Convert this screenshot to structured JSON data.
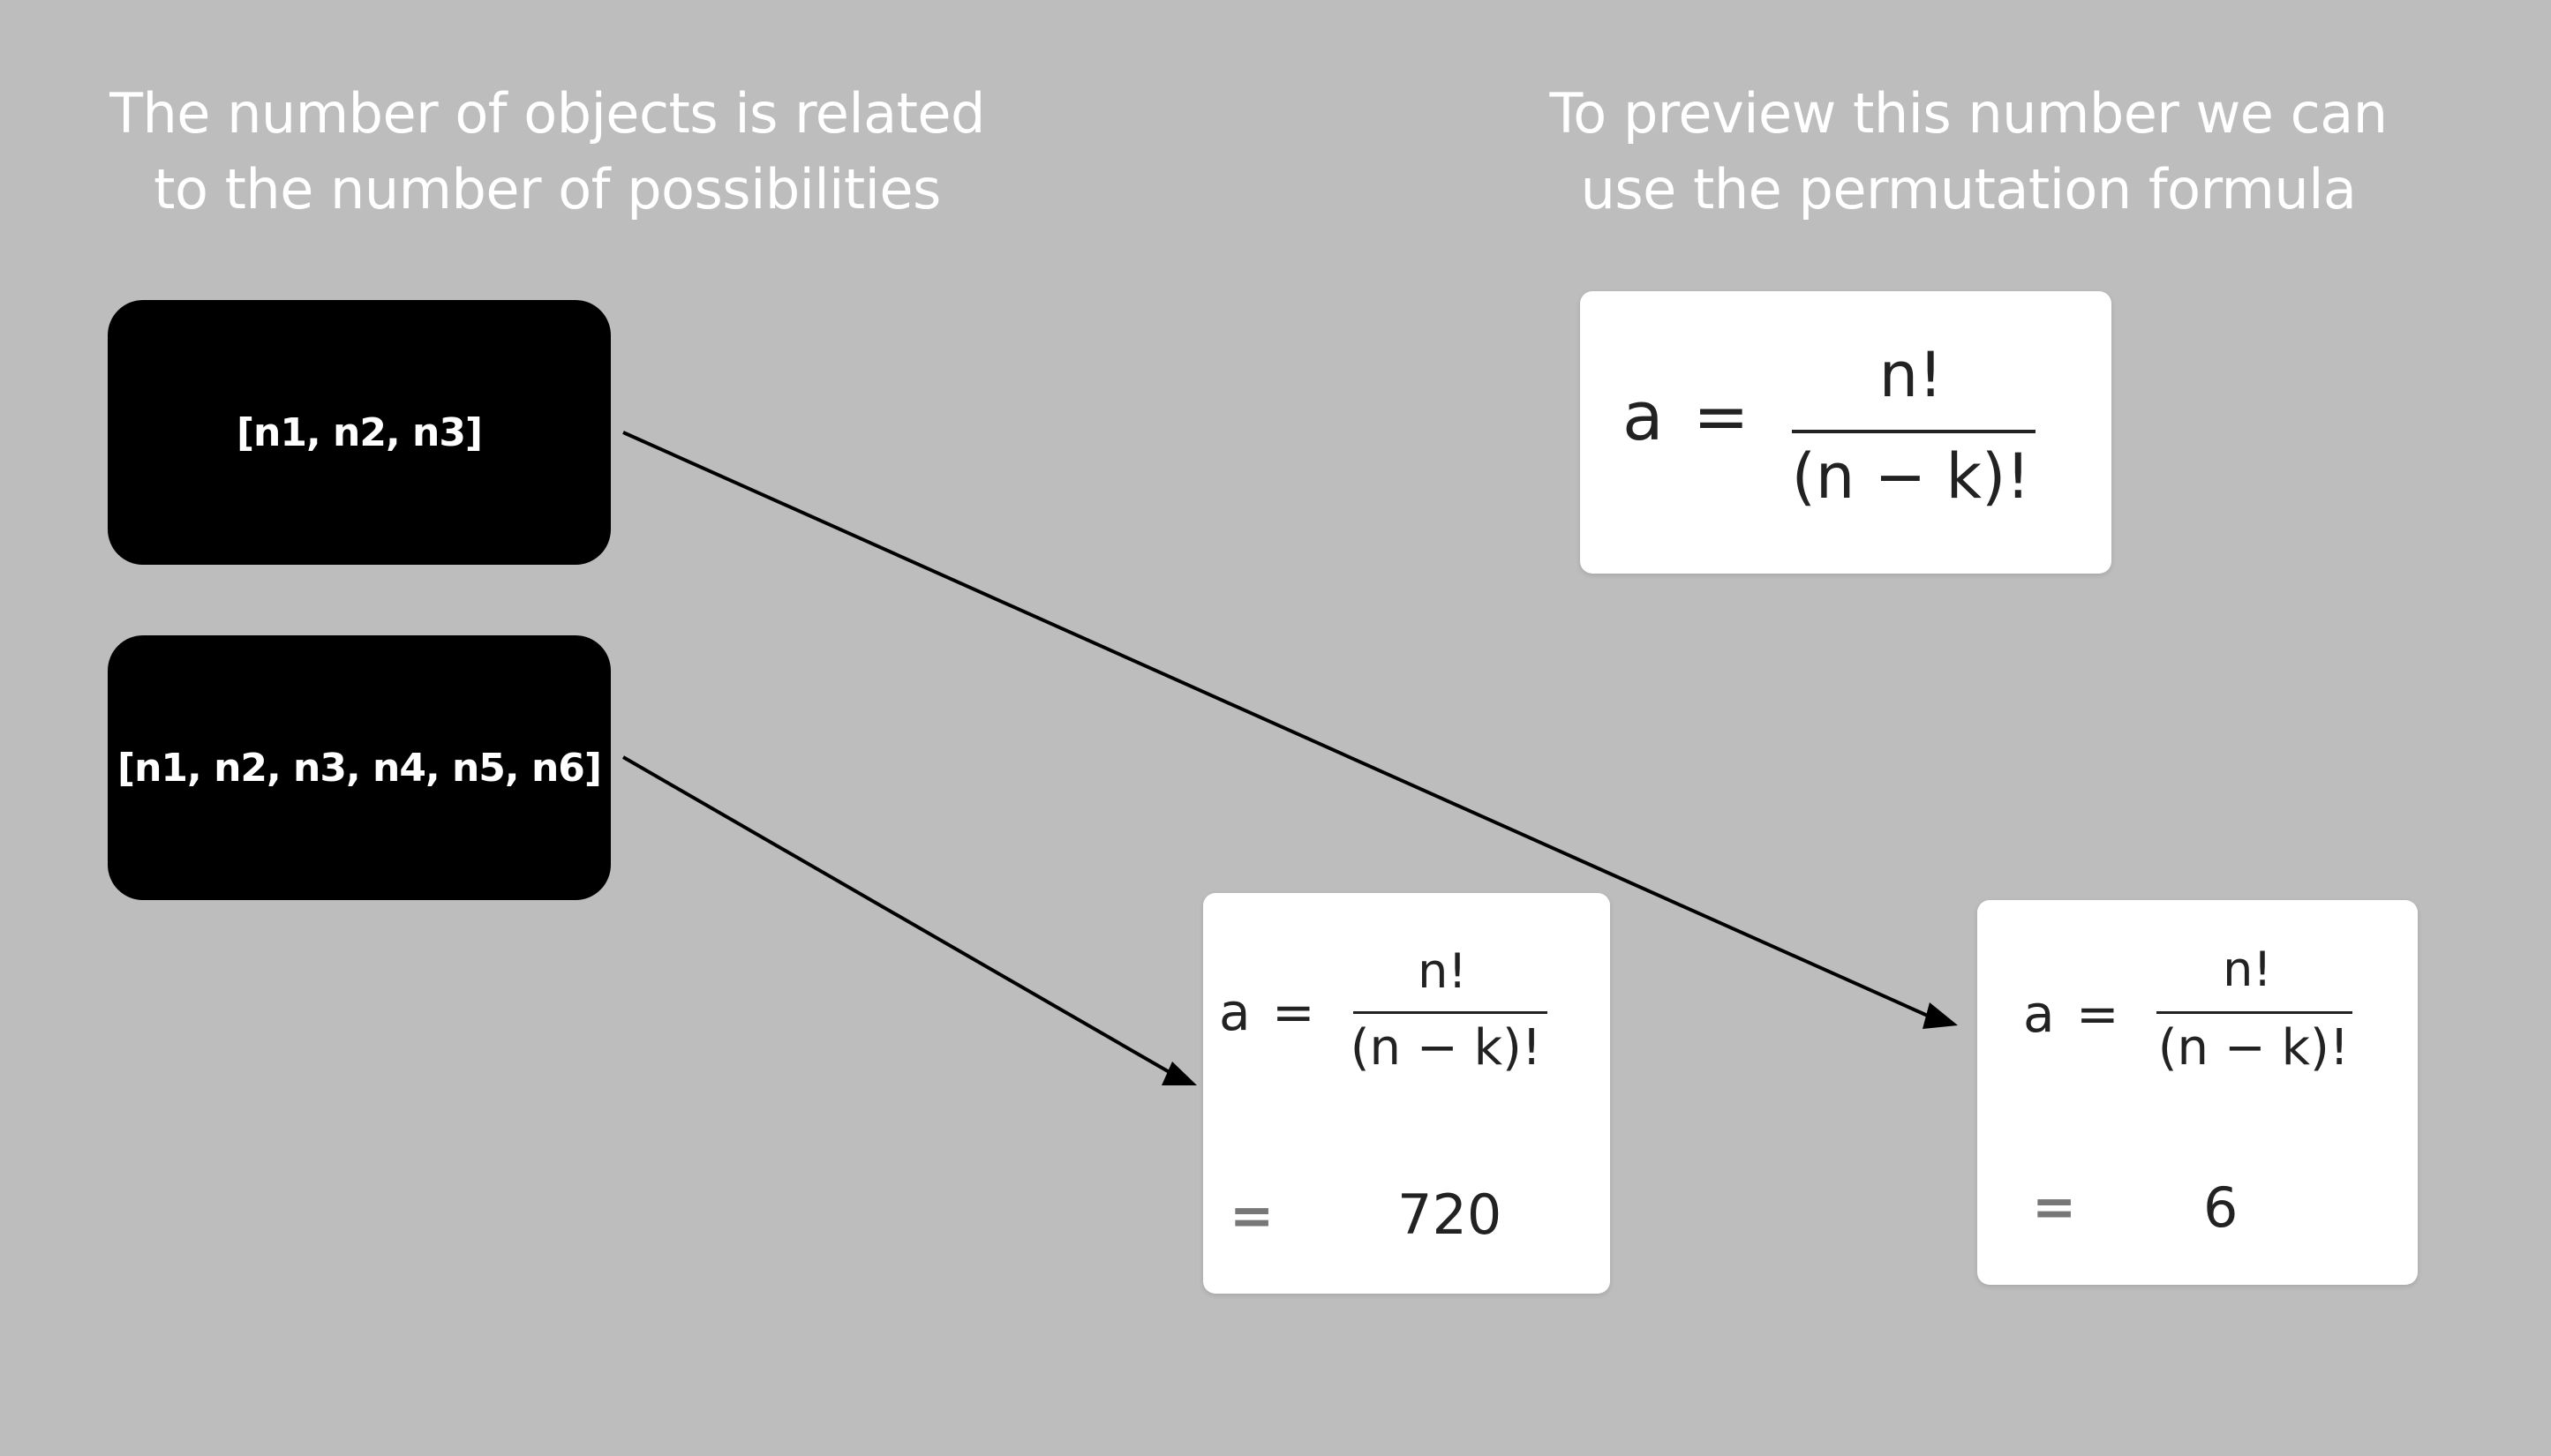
{
  "headings": {
    "left": [
      "The number of objects is related",
      "to the number of possibilities"
    ],
    "right": [
      "To preview this number we can",
      "use the permutation formula"
    ]
  },
  "lists": {
    "three": "[n1, n2, n3]",
    "six": "[n1, n2, n3, n4, n5, n6]"
  },
  "formula": {
    "lhs": "a",
    "equals": "=",
    "numerator": "n!",
    "denominator": "(n − k)!"
  },
  "results": {
    "six_objects": {
      "equals": "=",
      "value": "720"
    },
    "three_objects": {
      "equals": "=",
      "value": "6"
    }
  },
  "colors": {
    "background": "#bdbdbd",
    "list_box": "#000000",
    "card": "#ffffff",
    "arrow": "#000000"
  }
}
